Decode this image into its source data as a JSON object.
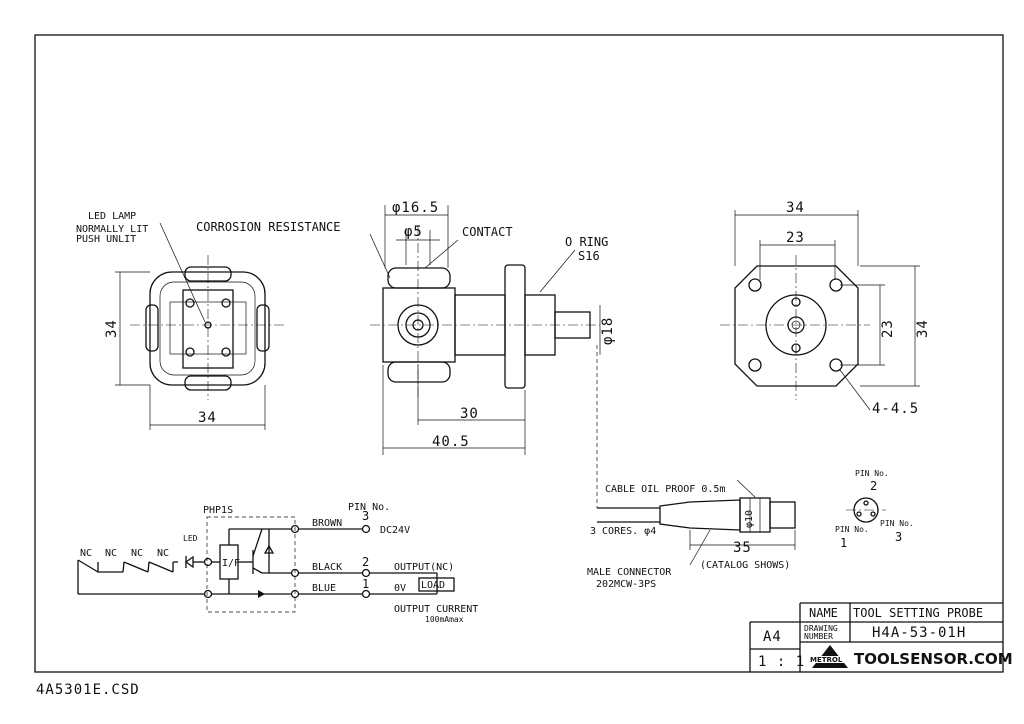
{
  "views": {
    "front": {
      "led_lamp": "LED LAMP",
      "normally_lit": "NORMALLY LIT",
      "push_unlit": "PUSH UNLIT",
      "dim_width": "34",
      "dim_height": "34"
    },
    "side": {
      "corrosion": "CORROSION RESISTANCE",
      "dia_body": "φ16.5",
      "dia_contact": "φ5",
      "contact": "CONTACT",
      "o_ring": "O RING",
      "o_ring_size": "S16",
      "dia_shaft": "φ18",
      "dim_30": "30",
      "dim_40_5": "40.5"
    },
    "rear": {
      "dim_34_top": "34",
      "dim_23_top": "23",
      "dim_23_side": "23",
      "dim_34_side": "34",
      "holes": "4-4.5"
    }
  },
  "cable": {
    "cable_label": "CABLE OIL PROOF 0.5m",
    "cores": "3 CORES. φ4",
    "dia_10": "φ10",
    "dim_35": "35",
    "catalog": "(CATALOG SHOWS)",
    "male_connector": "MALE CONNECTOR",
    "connector_model": "202MCW-3PS"
  },
  "pins": {
    "title": "PIN No.",
    "pin2": "2",
    "pin1_label": "PIN No.",
    "pin1": "1",
    "pin3_label": "PIN No.",
    "pin3": "3"
  },
  "circuit": {
    "model": "PHP1S",
    "pin_no": "PIN No.",
    "led": "LED",
    "nc": [
      "NC",
      "NC",
      "NC",
      "NC"
    ],
    "if_label": "I/F",
    "wires": [
      {
        "color": "BROWN",
        "pin": "3",
        "signal": "DC24V"
      },
      {
        "color": "BLACK",
        "pin": "2",
        "signal": "OUTPUT(NC)"
      },
      {
        "color": "BLUE",
        "pin": "1",
        "signal": "0V"
      }
    ],
    "load": "LOAD",
    "output_current": "OUTPUT CURRENT",
    "current_max": "100mAmax"
  },
  "title_block": {
    "name_label": "NAME",
    "name": "TOOL SETTING PROBE",
    "drawing_number_label_1": "DRAWING",
    "drawing_number_label_2": "NUMBER",
    "drawing_number": "H4A-53-01H",
    "size": "A4",
    "scale": "1 : 1",
    "brand": "METROL",
    "website": "TOOLSENSOR.COM"
  },
  "file_name": "4A5301E.CSD"
}
